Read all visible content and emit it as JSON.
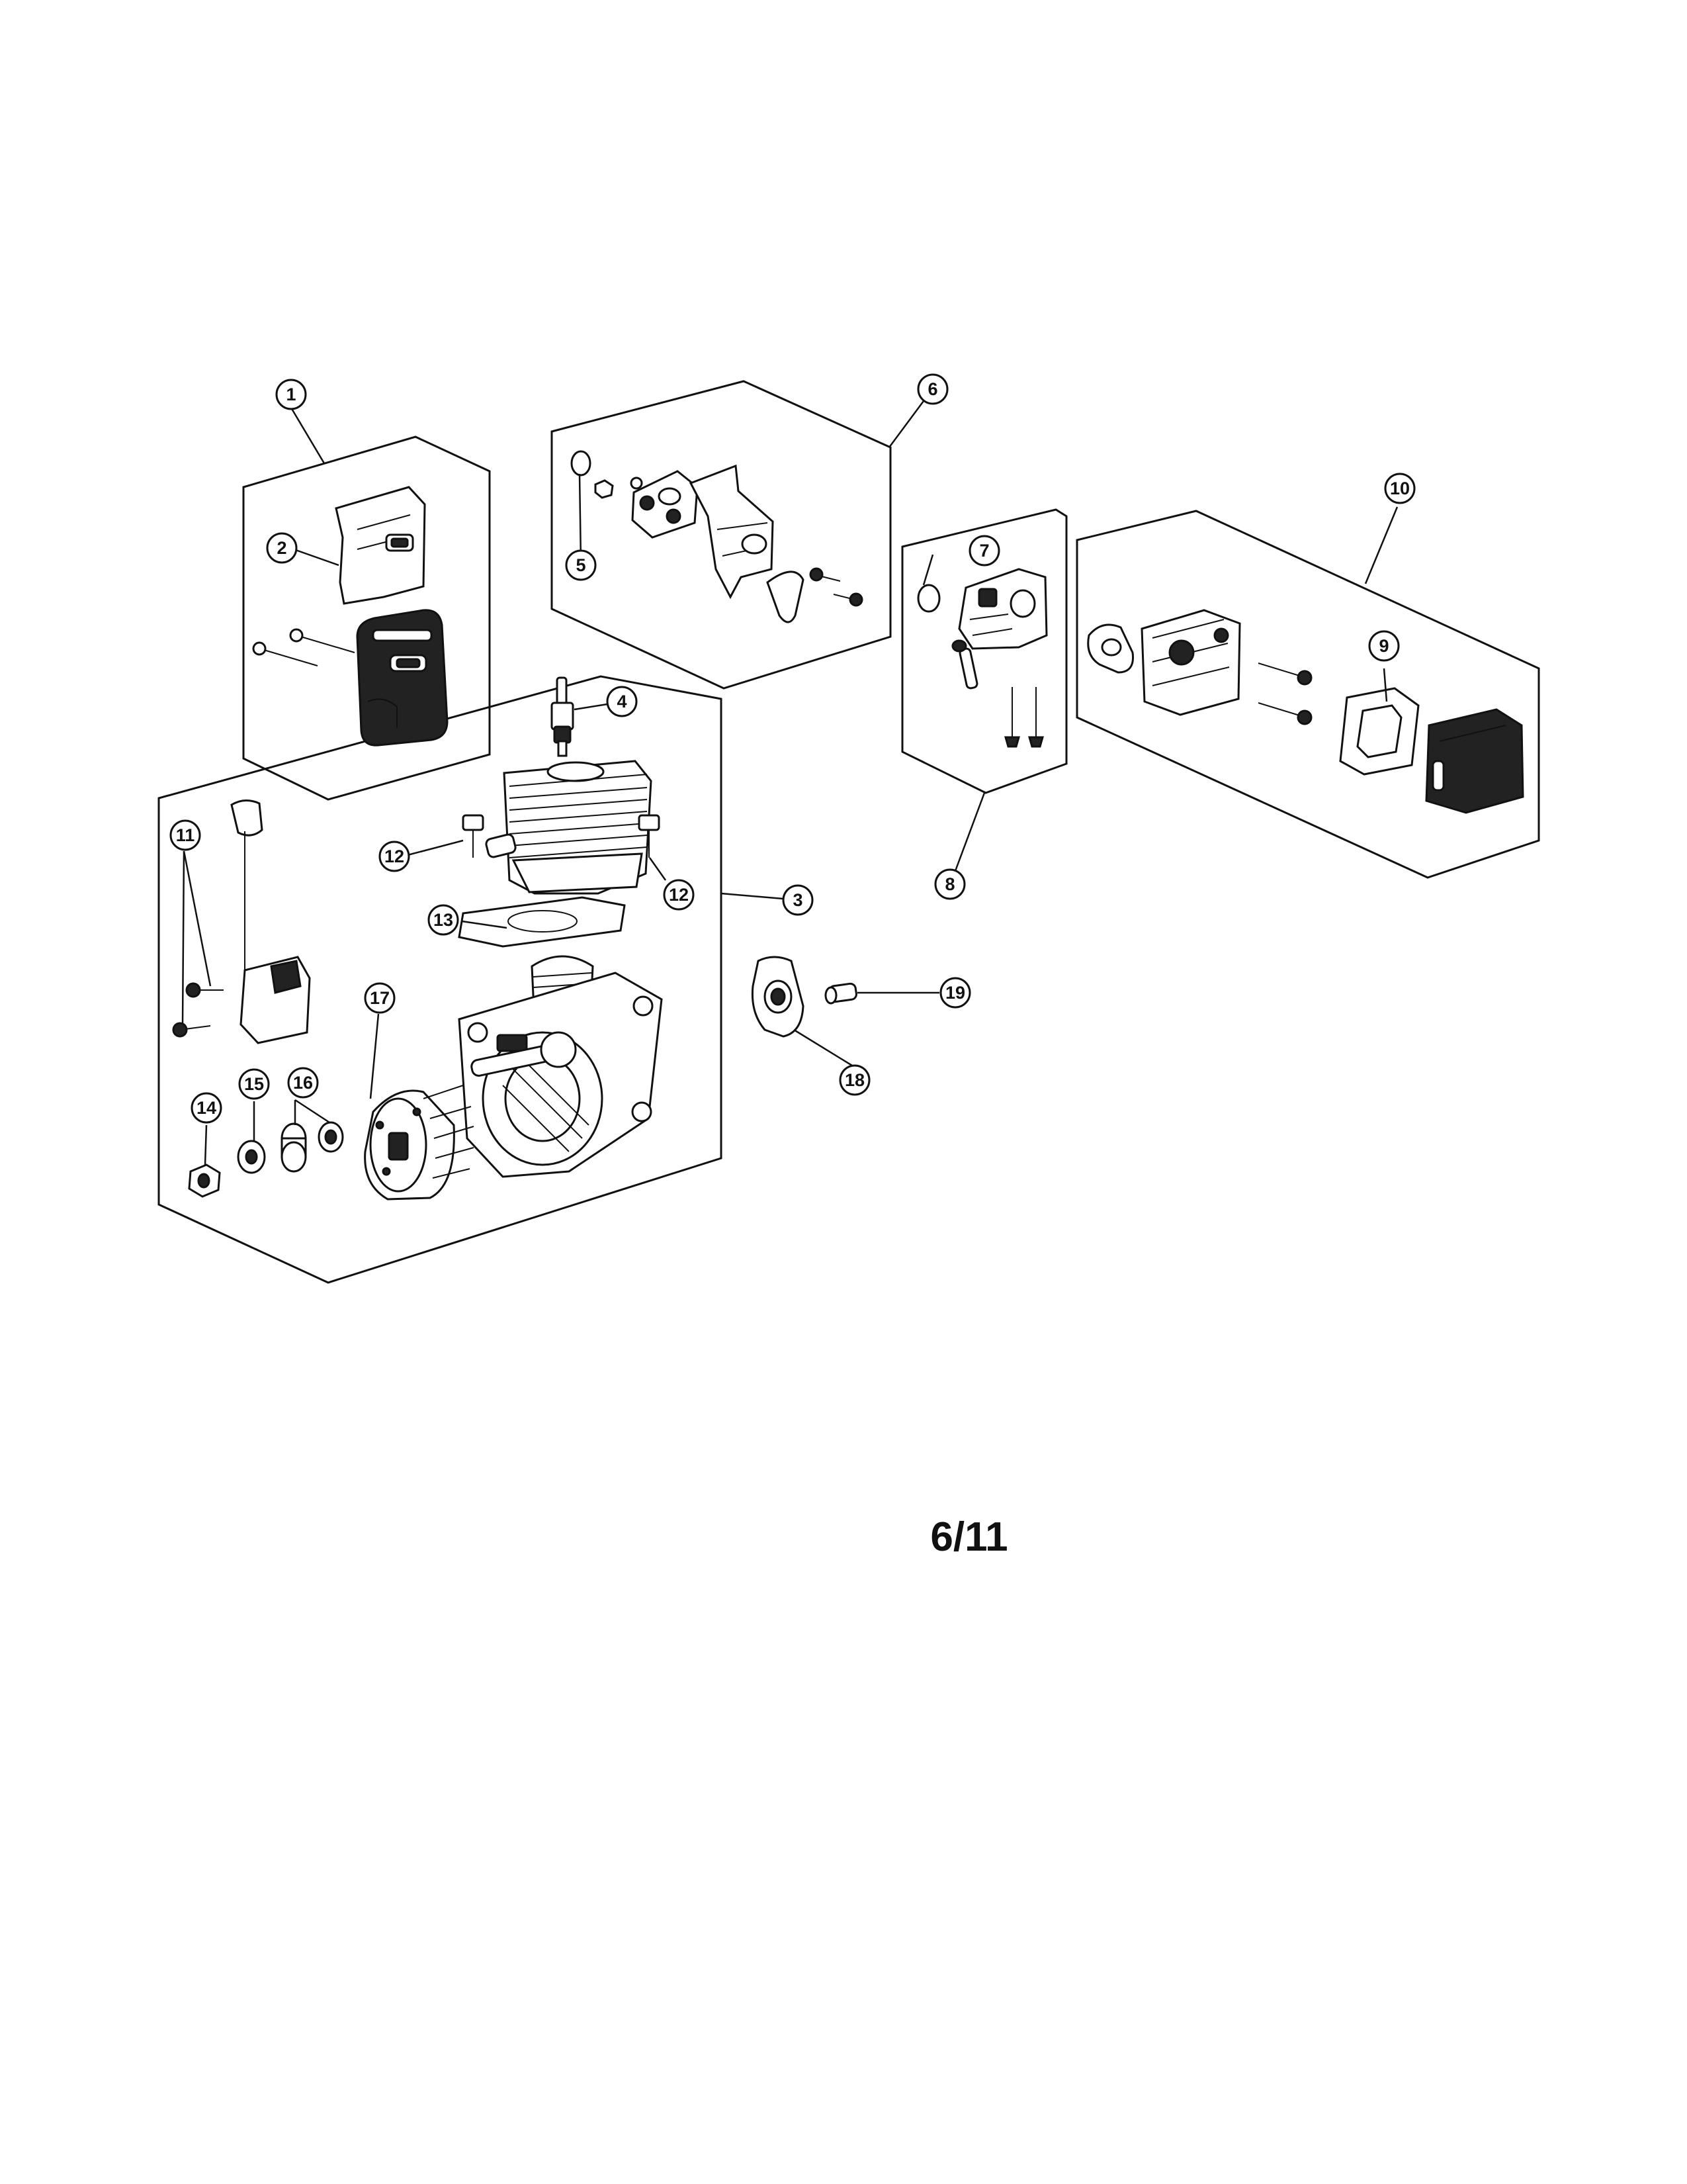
{
  "page": {
    "page_number": "6/11"
  },
  "callouts": {
    "c1": "1",
    "c2": "2",
    "c3": "3",
    "c4": "4",
    "c5": "5",
    "c6": "6",
    "c7": "7",
    "c8": "8",
    "c9": "9",
    "c10": "10",
    "c11": "11",
    "c12a": "12",
    "c12b": "12",
    "c13": "13",
    "c14": "14",
    "c15": "15",
    "c16": "16",
    "c17": "17",
    "c18": "18",
    "c19": "19"
  }
}
